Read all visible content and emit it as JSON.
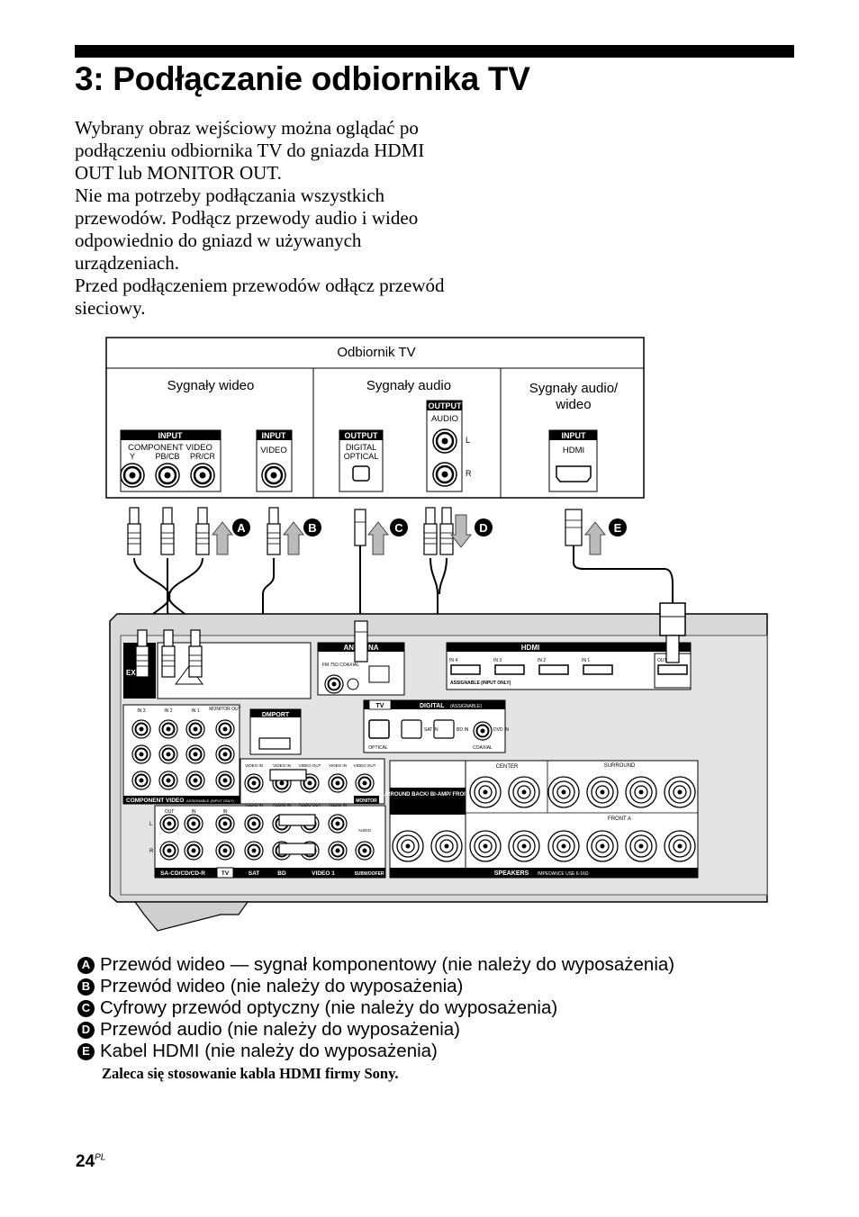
{
  "title": "3: Podłączanie odbiornika TV",
  "intro": [
    "Wybrany obraz wejściowy można oglądać po podłączeniu odbiornika TV do gniazda HDMI OUT lub MONITOR OUT.",
    "Nie ma potrzeby podłączania wszystkich przewodów. Podłącz przewody audio i wideo odpowiednio do gniazd w używanych urządzeniach.",
    "Przed podłączeniem przewodów odłącz przewód sieciowy."
  ],
  "tv_box": {
    "title": "Odbiornik TV",
    "col_video": "Sygnały wideo",
    "col_audio": "Sygnały audio",
    "col_av_line1": "Sygnały audio/",
    "col_av_line2": "wideo",
    "input": "INPUT",
    "output": "OUTPUT",
    "component_video": "COMPONENT VIDEO",
    "y": "Y",
    "pb": "PB/CB",
    "pr": "PR/CR",
    "video": "VIDEO",
    "digital": "DIGITAL",
    "optical": "OPTICAL",
    "audio": "AUDIO",
    "l": "L",
    "r": "R",
    "hdmi": "HDMI"
  },
  "cable_letters": [
    "A",
    "B",
    "C",
    "D",
    "E"
  ],
  "receiver": {
    "antenna": "ANTENNA",
    "fm": "FM 75Ω COAXIAL",
    "hdmi": "HDMI",
    "hdmi_in": [
      "IN 4",
      "IN 3",
      "IN 2",
      "IN 1"
    ],
    "hdmi_out": "OUT",
    "assignable_input_only": "ASSIGNABLE (INPUT ONLY)",
    "tv": "TV",
    "digital": "DIGITAL",
    "assignable": "(ASSIGNABLE)",
    "optical": "OPTICAL",
    "coaxial": "COAXIAL",
    "in": "IN",
    "sat_in": "SAT IN",
    "bd_in": "BD IN",
    "dvd_in": "DVD IN",
    "dmport": "DMPORT",
    "component_video": "COMPONENT VIDEO",
    "component_assignable": "ASSIGNABLE (INPUT ONLY)",
    "monitor_out": "MONITOR OUT",
    "video_in": "VIDEO IN",
    "video_out": "VIDEO OUT",
    "audio_in": "AUDIO IN",
    "audio_out": "AUDIO OUT",
    "monitor": "MONITOR",
    "surround_back": "SURROUND BACK/ BI-AMP/ FRONT B",
    "center": "CENTER",
    "surround": "SURROUND",
    "front_a": "FRONT A",
    "speakers": "SPEAKERS",
    "impedance": "IMPEDANCE USE 6-16Ω",
    "bottom_labels": [
      "SA-CD/CD/CD-R",
      "TV",
      "SAT",
      "BD",
      "VIDEO 1",
      "SUBWOOFER"
    ],
    "comp_in": [
      "IN 3",
      "IN 2",
      "IN 1"
    ],
    "out": "OUT",
    "audio": "AUDIO"
  },
  "legend": [
    {
      "letter": "A",
      "text": "Przewód wideo — sygnał komponentowy (nie należy do wyposażenia)"
    },
    {
      "letter": "B",
      "text": "Przewód wideo (nie należy do wyposażenia)"
    },
    {
      "letter": "C",
      "text": "Cyfrowy przewód optyczny (nie należy do wyposażenia)"
    },
    {
      "letter": "D",
      "text": "Przewód audio (nie należy do wyposażenia)"
    },
    {
      "letter": "E",
      "text": "Kabel HDMI (nie należy do wyposażenia)"
    }
  ],
  "note": "Zaleca się stosowanie kabla HDMI firmy Sony.",
  "page_number": "24",
  "page_suffix": "PL"
}
